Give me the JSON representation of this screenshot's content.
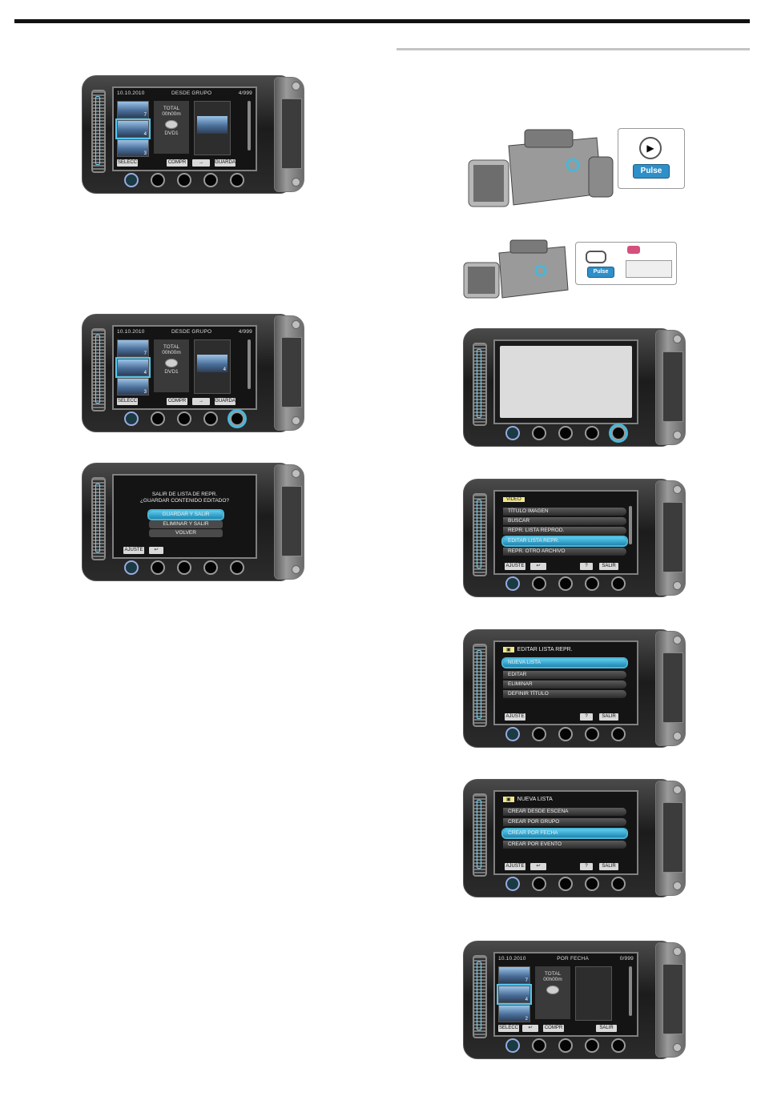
{
  "pulse_label": "Pulse",
  "screens": {
    "group_save_1": {
      "date": "10.10.2010",
      "mode": "DESDE GRUPO",
      "count": "4/999",
      "thumb_nums": [
        "7",
        "4",
        "3"
      ],
      "total": "TOTAL",
      "time": "00h00m",
      "disc": "DVD1",
      "right_num": "",
      "footer": [
        "SELECC",
        "COMPR",
        "→",
        "GUARDA"
      ]
    },
    "group_save_2": {
      "date": "10.10.2010",
      "mode": "DESDE GRUPO",
      "count": "4/999",
      "thumb_nums": [
        "7",
        "4",
        "3"
      ],
      "total": "TOTAL",
      "time": "00h00m",
      "disc": "DVD1",
      "right_num": "4",
      "footer": [
        "SELECC",
        "COMPR",
        "→",
        "GUARDA"
      ]
    },
    "exit_dialog": {
      "line1": "SALIR DE LISTA DE REPR.",
      "line2": "¿GUARDAR CONTENIDO EDITADO?",
      "options": [
        "GUARDAR Y SALIR",
        "ELIMINAR Y SALIR",
        "VOLVER"
      ],
      "footer": [
        "AJUSTE",
        "↩"
      ]
    },
    "video_menu": {
      "tag": "VIDEO",
      "items": [
        "TÍTULO IMAGEN",
        "BUSCAR",
        "REPR. LISTA REPROD.",
        "EDITAR LISTA REPR.",
        "REPR. OTRO ARCHIVO"
      ],
      "footer": [
        "AJUSTE",
        "↩",
        "?",
        "SALIR"
      ]
    },
    "edit_list_menu": {
      "title": "EDITAR LISTA REPR.",
      "items": [
        "NUEVA LISTA",
        "EDITAR",
        "ELIMINAR",
        "DEFINIR TÍTULO"
      ],
      "footer": [
        "AJUSTE",
        "?",
        "SALIR"
      ]
    },
    "new_list_menu": {
      "title": "NUEVA LISTA",
      "items": [
        "CREAR DESDE ESCENA",
        "CREAR POR GRUPO",
        "CREAR POR FECHA",
        "CREAR POR EVENTO"
      ],
      "footer": [
        "AJUSTE",
        "↩",
        "?",
        "SALIR"
      ]
    },
    "date_screen": {
      "date": "10.10.2010",
      "mode": "POR FECHA",
      "count": "0/999",
      "thumb_nums": [
        "7",
        "4",
        "2"
      ],
      "total": "TOTAL",
      "time": "00h00m",
      "footer": [
        "SELECC",
        "↩",
        "COMPR",
        "SALIR"
      ]
    }
  }
}
